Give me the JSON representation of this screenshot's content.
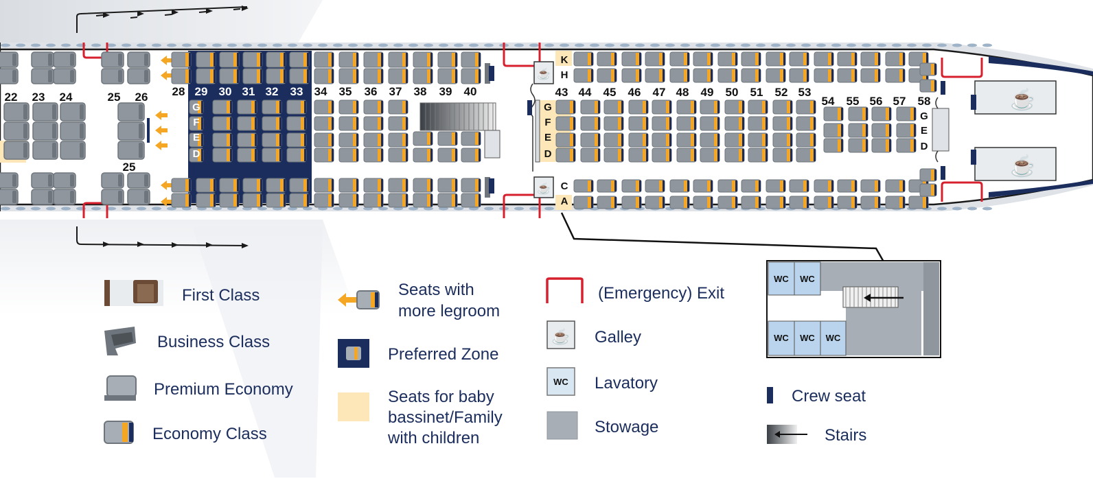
{
  "colors": {
    "navy": "#1b2d5c",
    "seat_gray": "#8f969d",
    "seat_dark": "#6e757c",
    "economy_accent": "#f5a623",
    "bassinet": "#fde6b7",
    "exit_red": "#d6202d",
    "wc_blue": "#b9d4ec",
    "stowage": "#a7aeb5",
    "fuselage_line": "#222222"
  },
  "rows": {
    "left": [
      "22",
      "23",
      "24",
      "25",
      "26"
    ],
    "mid_label": "25",
    "main": [
      "28",
      "29",
      "30",
      "31",
      "32",
      "33",
      "34",
      "35",
      "36",
      "37",
      "38",
      "39",
      "40"
    ],
    "rear_a": [
      "43",
      "44",
      "45",
      "46",
      "47",
      "48",
      "49",
      "50",
      "51",
      "52",
      "53"
    ],
    "rear_b": [
      "54",
      "55",
      "56",
      "57",
      "58"
    ]
  },
  "seat_letters": {
    "mid_front": [
      "G",
      "F",
      "E",
      "D"
    ],
    "mid_left": [
      "G",
      "E",
      "D"
    ],
    "top_rear": [
      "K",
      "H"
    ],
    "mid_rear": [
      "G",
      "F",
      "E",
      "D"
    ],
    "bottom_rear": [
      "C",
      "A"
    ],
    "tail_mid": [
      "G",
      "E",
      "D"
    ]
  },
  "wc_label": "WC",
  "legend": {
    "first_class": "First Class",
    "business_class": "Business Class",
    "premium_economy": "Premium Economy",
    "economy_class": "Economy Class",
    "legroom_line1": "Seats with",
    "legroom_line2": "more legroom",
    "preferred_zone": "Preferred Zone",
    "bassinet_line1": "Seats for baby",
    "bassinet_line2": "bassinet/Family",
    "bassinet_line3": "with children",
    "exit": "(Emergency) Exit",
    "galley": "Galley",
    "lavatory": "Lavatory",
    "stowage": "Stowage",
    "crew_seat": "Crew seat",
    "stairs": "Stairs"
  },
  "icons": {
    "galley": "coffee-cup-icon",
    "legroom": "arrow-left-icon",
    "stairs": "stairs-icon",
    "exit": "exit-door-icon"
  }
}
